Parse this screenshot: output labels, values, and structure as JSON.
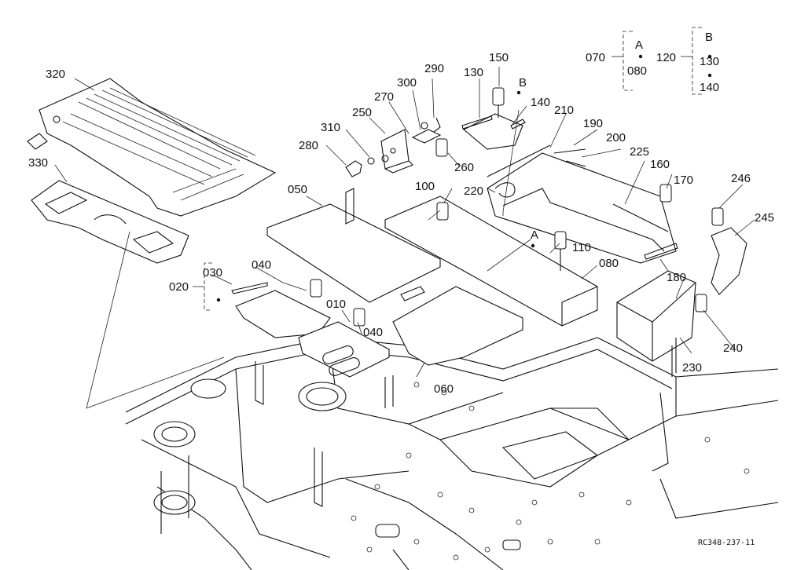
{
  "figure_code": "RC348-237-11",
  "labels": {
    "p010": "010",
    "p020": "020",
    "p030": "030",
    "p040a": "040",
    "p040b": "040",
    "p050": "050",
    "p060": "060",
    "p070": "070",
    "p080a": "080",
    "p080b": "080",
    "p100": "100",
    "p110": "110",
    "p120": "120",
    "p130a": "130",
    "p130b": "130",
    "p140a": "140",
    "p140b": "140",
    "p150": "150",
    "p160": "160",
    "p170": "170",
    "p180": "180",
    "p190": "190",
    "p200": "200",
    "p210": "210",
    "p220": "220",
    "p225": "225",
    "p230": "230",
    "p240": "240",
    "p245": "245",
    "p246": "246",
    "p250": "250",
    "p260": "260",
    "p270": "270",
    "p280": "280",
    "p290": "290",
    "p300": "300",
    "p310": "310",
    "p320": "320",
    "p330": "330"
  },
  "callouts": {
    "a_group": "A",
    "b_group": "B",
    "a_ref": "A",
    "b_ref": "B"
  }
}
